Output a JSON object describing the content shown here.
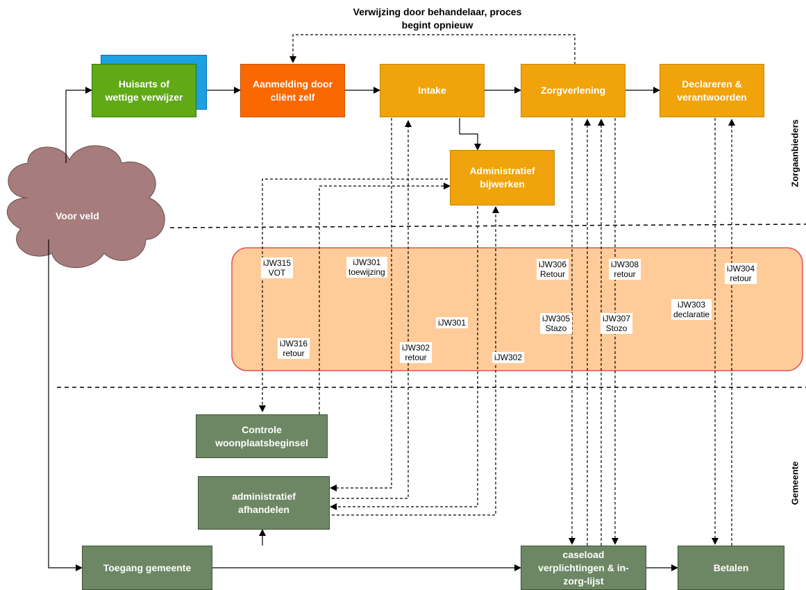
{
  "top_note": "Verwijzing door behandelaar, proces\nbegint opnieuw",
  "lanes": {
    "top": "Zorgaanbieders",
    "bottom": "Gemeente"
  },
  "nodes": {
    "huisarts": "Huisarts of\nwettige verwijzer",
    "aanmelding": "Aanmelding door\ncliënt zelf",
    "intake": "Intake",
    "zorgverlening": "Zorgverlening",
    "declareren": "Declareren &\nverantwoorden",
    "administratief_bijwerken": "Administratief\nbijwerken",
    "voor_veld": "Voor veld",
    "controle": "Controle\nwoonplaatsbeginsel",
    "administratief_afhandelen": "administratief\nafhandelen",
    "toegang": "Toegang gemeente",
    "caseload": "caseload\nverplichtingen & in-\nzorg-lijst",
    "betalen": "Betalen"
  },
  "messages": {
    "ijw315": "iJW315\nVOT",
    "ijw301_toewijzing": "iJW301\ntoewijzing",
    "ijw306": "iJW306\nRetour",
    "ijw308": "iJW308\nretour",
    "ijw304": "iJW304\nretour",
    "ijw303": "iJW303\ndeclaratie",
    "ijw301": "iJW301",
    "ijw305": "iJW305\nStazo",
    "ijw307": "iJW307\nStozo",
    "ijw316": "iJW316\nretour",
    "ijw302_retour": "iJW302\nretour",
    "ijw302": "iJW302"
  },
  "colors": {
    "orange": "#f0a30a",
    "red_orange": "#fa6800",
    "green": "#60a917",
    "blue": "#1ba1e2",
    "dark_green": "#6d8764",
    "cloud": "#a67c7c",
    "message_band": "#ffcc99",
    "message_band_border": "#e0505a"
  }
}
